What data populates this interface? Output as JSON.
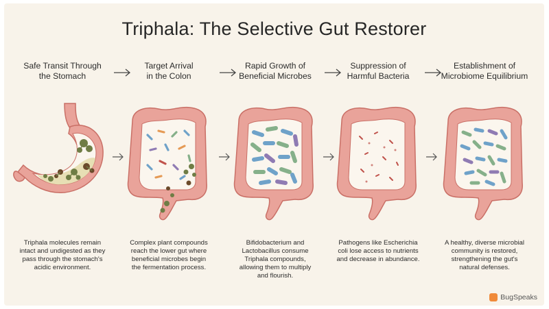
{
  "title": "Triphala: The Selective Gut Restorer",
  "steps": [
    {
      "heading": [
        "Safe Transit Through",
        "the Stomach"
      ],
      "description": [
        "Triphala molecules remain",
        "intact and undigested as they",
        "pass through the stomach's",
        "acidic environment."
      ],
      "illustration_icon": "stomach-icon"
    },
    {
      "heading": [
        "Target Arrival",
        "in the Colon"
      ],
      "description": [
        "Complex plant compounds",
        "reach the lower gut where",
        "beneficial microbes begin",
        "the fermentation process."
      ],
      "illustration_icon": "colon-arrival-icon"
    },
    {
      "heading": [
        "Rapid Growth of",
        "Beneficial Microbes"
      ],
      "description": [
        "Bifidobacterium and",
        "Lactobacillus consume",
        "Triphala compounds,",
        "allowing them to multiply",
        "and flourish."
      ],
      "illustration_icon": "colon-growth-icon"
    },
    {
      "heading": [
        "Suppression of",
        "Harmful Bacteria"
      ],
      "description": [
        "Pathogens like Escherichia",
        "coli lose access to nutrients",
        "and decrease in abundance."
      ],
      "illustration_icon": "colon-suppression-icon"
    },
    {
      "heading": [
        "Establishment of",
        "Microbiome Equilibrium"
      ],
      "description": [
        "A healthy, diverse microbial",
        "community is restored,",
        "strengthening the gut's",
        "natural defenses."
      ],
      "illustration_icon": "colon-equilibrium-icon"
    }
  ],
  "brand": "BugSpeaks",
  "colors": {
    "background": "#f8f3ea",
    "gut_tissue": "#e9a39a",
    "gut_outline": "#c96f66",
    "gut_lumen": "#fbf6ee",
    "stomach_fluid": "#e6ddb0",
    "compound": "#6f7d45",
    "compound_dark": "#6b4a2a",
    "microbe_blue": "#6fa2c9",
    "microbe_green": "#86b08a",
    "microbe_orange": "#e59a55",
    "microbe_purple": "#8f7bb3",
    "pathogen_red": "#c0534c",
    "brand_accent": "#f08a3a"
  }
}
